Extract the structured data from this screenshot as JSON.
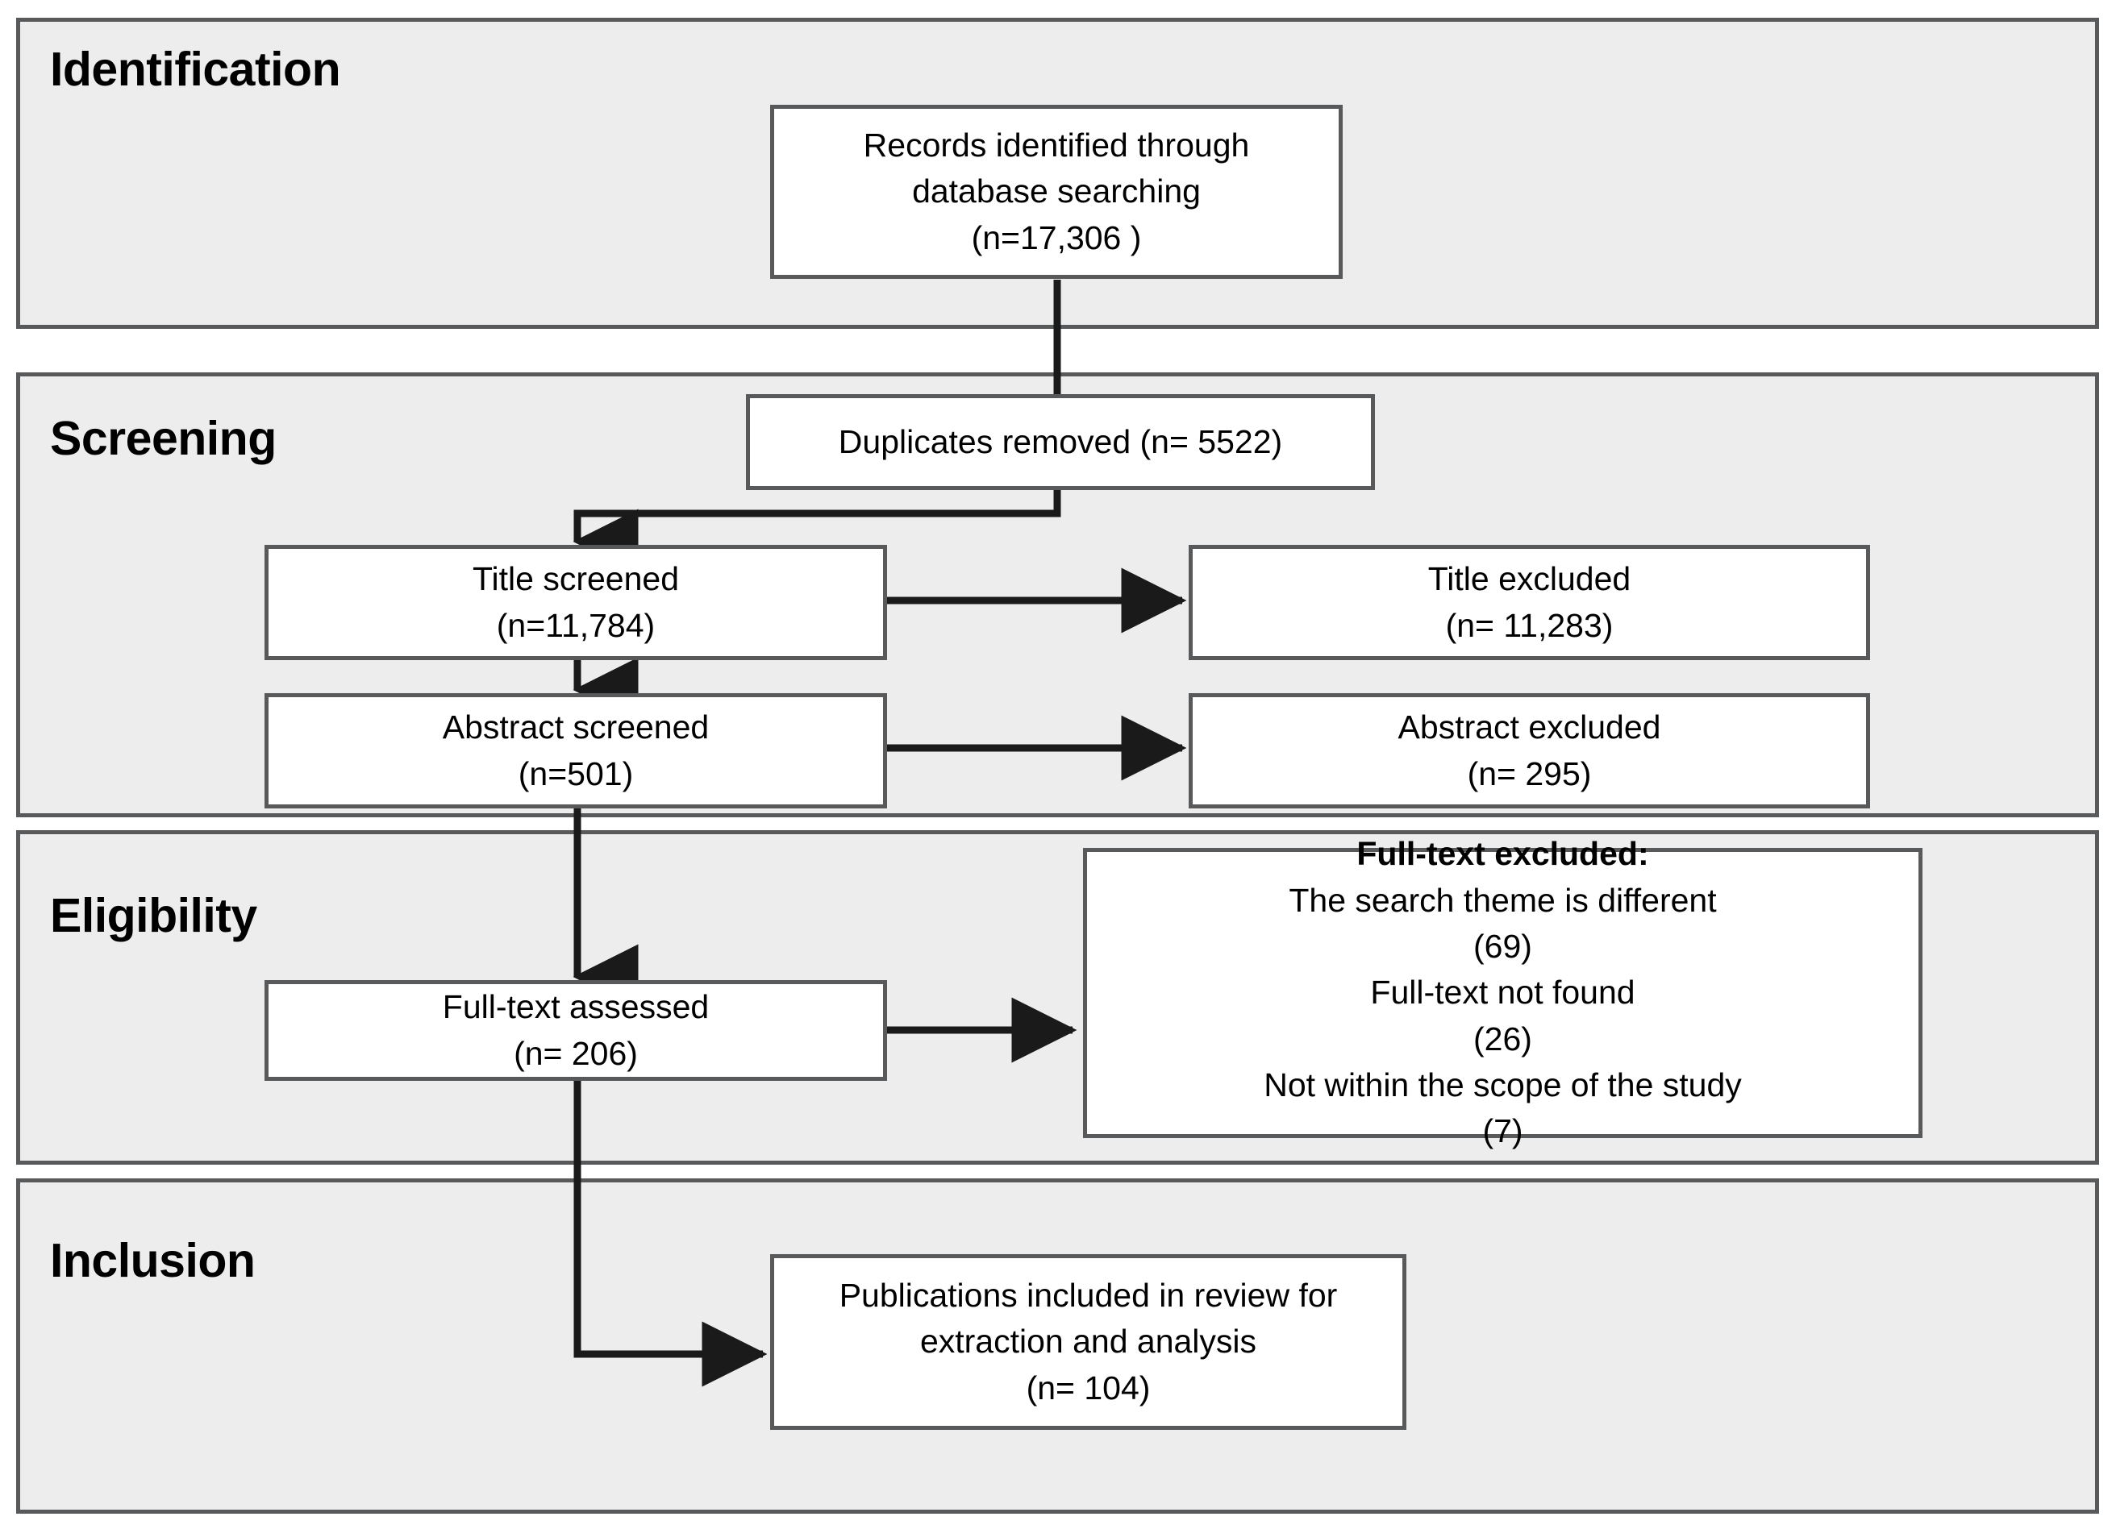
{
  "diagram": {
    "title": "PRISMA study selection flow diagram",
    "background_color": "#ffffff",
    "panel_fill": "#ededed",
    "panel_border": "#58595b",
    "box_fill": "#ffffff",
    "connector_color": "#1a1a1a"
  },
  "stages": [
    {
      "key": "identification",
      "label": "Identification"
    },
    {
      "key": "screening",
      "label": "Screening"
    },
    {
      "key": "eligibility",
      "label": "Eligibility"
    },
    {
      "key": "inclusion",
      "label": "Inclusion"
    }
  ],
  "nodes": {
    "records_identified": {
      "lines": [
        {
          "text": "Records identified through",
          "bold": false
        },
        {
          "text": "database searching",
          "bold": false
        },
        {
          "text": "(n=17,306 )",
          "bold": false
        }
      ],
      "count": 17306
    },
    "duplicates_removed": {
      "lines": [
        {
          "text": "Duplicates removed (n= 5522)",
          "bold": false
        }
      ],
      "count": 5522
    },
    "title_screened": {
      "lines": [
        {
          "text": "Title screened",
          "bold": false
        },
        {
          "text": "(n=11,784)",
          "bold": false
        }
      ],
      "count": 11784
    },
    "title_excluded": {
      "lines": [
        {
          "text": "Title excluded",
          "bold": false
        },
        {
          "text": "(n= 11,283)",
          "bold": false
        }
      ],
      "count": 11283
    },
    "abstract_screened": {
      "lines": [
        {
          "text": "Abstract screened",
          "bold": false
        },
        {
          "text": "(n=501)",
          "bold": false
        }
      ],
      "count": 501
    },
    "abstract_excluded": {
      "lines": [
        {
          "text": "Abstract excluded",
          "bold": false
        },
        {
          "text": "(n= 295)",
          "bold": false
        }
      ],
      "count": 295
    },
    "fulltext_assessed": {
      "lines": [
        {
          "text": "Full-text assessed",
          "bold": false
        },
        {
          "text": "(n= 206)",
          "bold": false
        }
      ],
      "count": 206
    },
    "fulltext_excluded": {
      "lines": [
        {
          "text": "Full-text excluded:",
          "bold": true
        },
        {
          "text": "The search theme is different",
          "bold": false
        },
        {
          "text": "(69)",
          "bold": false
        },
        {
          "text": "Full-text not found",
          "bold": false
        },
        {
          "text": "(26)",
          "bold": false
        },
        {
          "text": "Not within the scope of the study",
          "bold": false
        },
        {
          "text": "(7)",
          "bold": false
        }
      ],
      "reasons": [
        {
          "reason": "The search theme is different",
          "count": 69
        },
        {
          "reason": "Full-text not found",
          "count": 26
        },
        {
          "reason": "Not within the scope of the study",
          "count": 7
        }
      ]
    },
    "publications_included": {
      "lines": [
        {
          "text": "Publications included in review for",
          "bold": false
        },
        {
          "text": "extraction and analysis",
          "bold": false
        },
        {
          "text": "(n= 104)",
          "bold": false
        }
      ],
      "count": 104
    }
  }
}
